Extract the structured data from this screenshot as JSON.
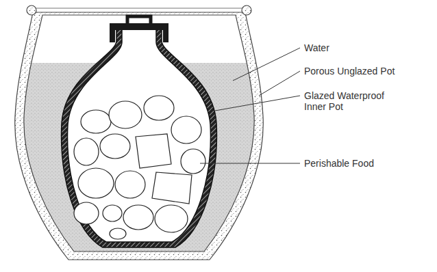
{
  "diagram": {
    "labels": [
      "Water",
      "Porous Unglazed Pot",
      "Glazed Waterproof Inner Pot",
      "Perishable Food"
    ]
  }
}
